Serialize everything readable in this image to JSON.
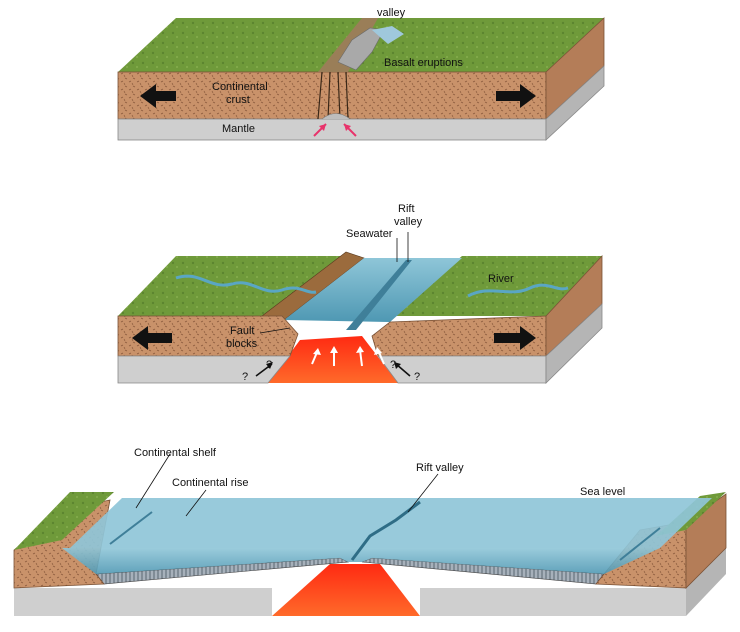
{
  "panel1": {
    "valley": "valley",
    "basalt": "Basalt eruptions",
    "crust_line1": "Continental",
    "crust_line2": "crust",
    "mantle": "Mantle"
  },
  "panel2": {
    "rift_line1": "Rift",
    "rift_line2": "valley",
    "seawater": "Seawater",
    "river": "River",
    "fault_line1": "Fault",
    "fault_line2": "blocks",
    "q": "?"
  },
  "panel3": {
    "shelf": "Continental shelf",
    "rise": "Continental rise",
    "rift": "Rift valley",
    "sea": "Sea level"
  },
  "colors": {
    "grass": "#6f9a3a",
    "crust": "#c9926a",
    "mantle": "#c8c8c8",
    "magma": "#ff3b1a",
    "water": "#7fb6cc",
    "arrow": "#111111",
    "pink_arrow": "#e8336b"
  }
}
